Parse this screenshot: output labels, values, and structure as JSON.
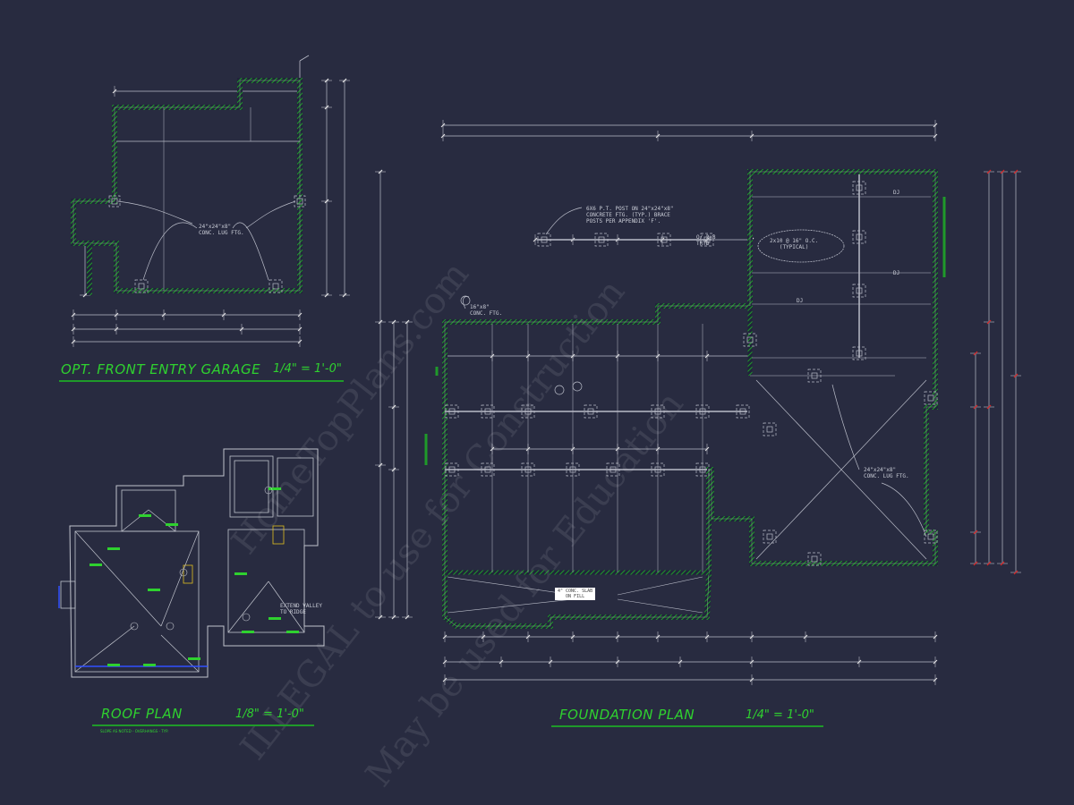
{
  "colors": {
    "background": "#282b40",
    "wall_hatch": "#1f9a2a",
    "title": "#2fd12f",
    "lines": "#b9bcc8",
    "dim_ticks": "#e02020"
  },
  "garage": {
    "title": "OPT. FRONT ENTRY GARAGE",
    "scale": "1/4\" = 1'-0\"",
    "note": "24\"x24\"x8\"\nCONC. LUG FTG."
  },
  "roof": {
    "title": "ROOF PLAN",
    "scale": "1/8\" = 1'-0\"",
    "subnote": "SLOPE AS NOTED - OVERHANGS - TYP.",
    "note": "EXTEND VALLEY\nTO RIDGE"
  },
  "foundation": {
    "title": "FOUNDATION PLAN",
    "scale": "1/4\" = 1'-0\"",
    "post_note": "6X6 P.T. POST ON 24\"x24\"x8\"\nCONCRETE FTG. (TYP.) BRACE\nPOSTS PER APPENDIX 'F'.",
    "joist_note": "2x10 @ 16\" O.C.\n(TYPICAL)",
    "slab_note": "4\" CONC. SLAB\nON FILL",
    "lug_note": "24\"x24\"x8\"\nCONC. LUG FTG.",
    "ftg_note": "16\"x8\"\nCONC. FTG.",
    "beam_note": "O/ 2x8\nTRTD",
    "dj_label": "DJ"
  },
  "watermark": [
    "HomeTopPlans.com",
    "ILLEGAL to use for Construction",
    "May be used for Education"
  ]
}
